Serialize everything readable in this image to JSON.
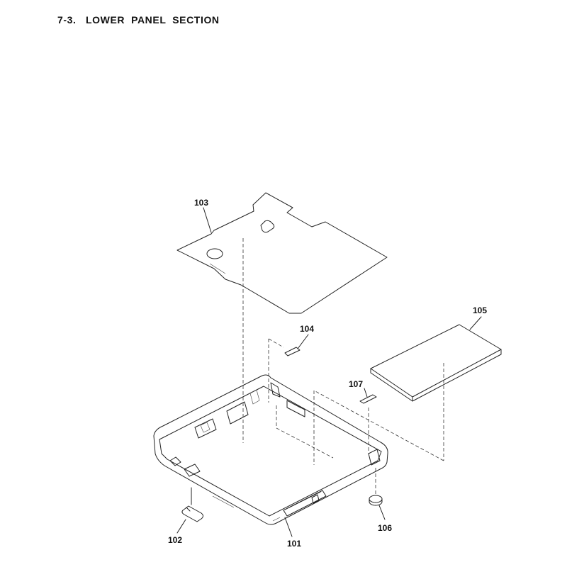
{
  "title": "7-3.   LOWER  PANEL  SECTION",
  "parts": [
    {
      "id": "101",
      "label": "101"
    },
    {
      "id": "102",
      "label": "102"
    },
    {
      "id": "103",
      "label": "103"
    },
    {
      "id": "104",
      "label": "104"
    },
    {
      "id": "105",
      "label": "105"
    },
    {
      "id": "106",
      "label": "106"
    },
    {
      "id": "107",
      "label": "107"
    }
  ]
}
